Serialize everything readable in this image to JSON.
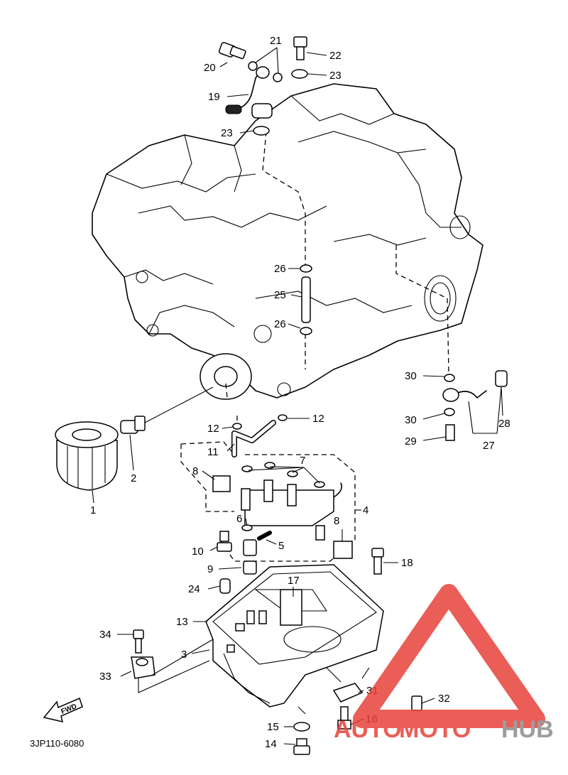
{
  "diagram_code": "3JP110-6080",
  "fwd_label": "FWD",
  "watermark": {
    "part_a": "AUTO",
    "part_b": "MOTO",
    "part_c": "HUB",
    "color_red": "#e8413a",
    "color_grey": "#8c8c8c"
  },
  "callouts": {
    "c1": "1",
    "c2": "2",
    "c3": "3",
    "c4": "4",
    "c5": "5",
    "c6": "6",
    "c7": "7",
    "c8a": "8",
    "c8b": "8",
    "c9": "9",
    "c10": "10",
    "c11": "11",
    "c12a": "12",
    "c12b": "12",
    "c13": "13",
    "c14": "14",
    "c15": "15",
    "c16": "16",
    "c17": "17",
    "c18": "18",
    "c19": "19",
    "c20": "20",
    "c21": "21",
    "c22": "22",
    "c23a": "23",
    "c23b": "23",
    "c24": "24",
    "c25": "25",
    "c26a": "26",
    "c26b": "26",
    "c27": "27",
    "c28": "28",
    "c29": "29",
    "c30a": "30",
    "c30b": "30",
    "c31": "31",
    "c32": "32",
    "c33": "33",
    "c34": "34"
  }
}
